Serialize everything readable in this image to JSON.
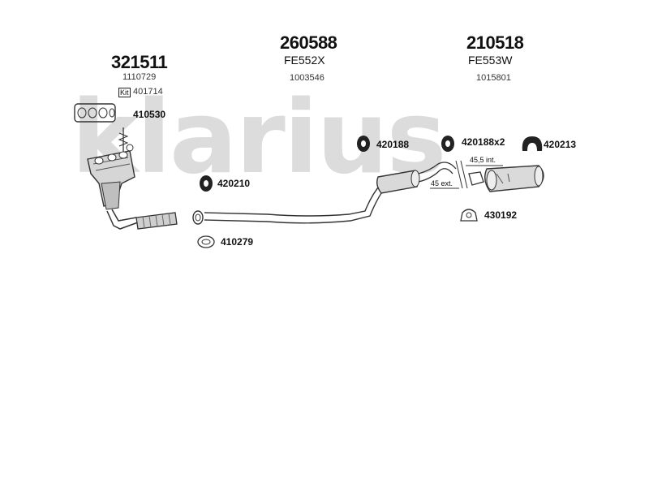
{
  "watermark": {
    "text": "klarius"
  },
  "groups": [
    {
      "ref": "321511",
      "code": "1110729"
    },
    {
      "ref": "260588",
      "sub": "FE552X",
      "code": "1003546"
    },
    {
      "ref": "210518",
      "sub": "FE553W",
      "code": "1015801"
    }
  ],
  "kit": {
    "tag": "Kit",
    "code": "401714"
  },
  "parts": {
    "p410530": "410530",
    "p420210": "420210",
    "p410279": "410279",
    "p420188": "420188",
    "p420188x2": "420188x2",
    "p420213": "420213",
    "p430192": "430192"
  },
  "measurements": {
    "int": "45,5 int.",
    "ext": "45 ext."
  },
  "colors": {
    "line": "#333333",
    "watermark": "#dcdcdc",
    "part_fill": "#b5b5b5",
    "dark": "#222222"
  }
}
